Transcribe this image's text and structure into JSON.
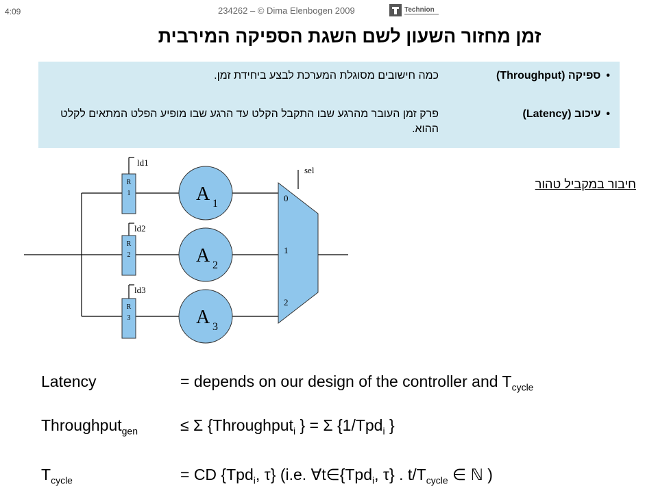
{
  "header": {
    "slide_number": "4:09",
    "copyright": "234262 – © Dima Elenbogen 2009",
    "logo_text": "Technion"
  },
  "title": "זמן מחזור השעון לשם השגת הספיקה המירבית",
  "definitions": [
    {
      "term": "ספיקה (Throughput)",
      "description": "כמה חישובים מסוגלת המערכת לבצע ביחידת זמן."
    },
    {
      "term": "עיכוב (Latency)",
      "description": "פרק זמן העובר מהרגע שבו התקבל הקלט עד הרגע שבו מופיע הפלט המתאים לקלט ההוא."
    }
  ],
  "parallel_label": "חיבור במקביל טהור",
  "diagram": {
    "registers": [
      {
        "r": "R",
        "n": "1",
        "load": "ld1"
      },
      {
        "r": "R",
        "n": "2",
        "load": "ld2"
      },
      {
        "r": "R",
        "n": "3",
        "load": "ld3"
      }
    ],
    "units": [
      {
        "a": "A",
        "n": "1"
      },
      {
        "a": "A",
        "n": "2"
      },
      {
        "a": "A",
        "n": "3"
      }
    ],
    "mux_select": "sel",
    "mux_inputs": [
      "0",
      "1",
      "2"
    ],
    "colors": {
      "register_fill": "#8fc6ec",
      "unit_fill": "#8fc6ec",
      "mux_fill": "#8fc6ec",
      "box_bg": "#d3eaf2"
    }
  },
  "equations": {
    "latency": {
      "lhs": "Latency",
      "rhs": "= depends on our design of the controller and T",
      "rhs_sub": "cycle"
    },
    "throughput": {
      "lhs": "Throughput",
      "lhs_sub": "gen",
      "rhs_1": "≤ Σ {Throughput",
      "rhs_sub_1": "i",
      "rhs_2": " } = Σ {1/Tpd",
      "rhs_sub_2": "i",
      "rhs_3": " }"
    },
    "tcycle": {
      "lhs": "T",
      "lhs_sub": "cycle",
      "rhs_1": "= CD {Tpd",
      "rhs_sub_1": "i",
      "rhs_2": ", τ}    (i.e. ∀t∈{Tpd",
      "rhs_sub_2": "i",
      "rhs_3": ", τ} . t/T",
      "rhs_sub_3": "cycle",
      "rhs_4": " ∈ ℕ )"
    }
  }
}
